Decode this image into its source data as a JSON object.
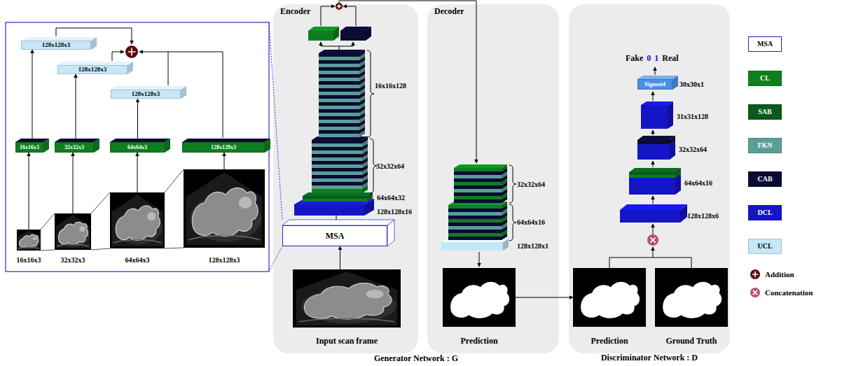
{
  "diagram": {
    "nodes": [
      {
        "text": [
          "128x128x3"
        ]
      },
      {
        "text": [
          "128x128x3"
        ]
      },
      {
        "text": [
          "128x128x3"
        ]
      },
      {
        "text": [
          "16x16x3"
        ]
      },
      {
        "text": [
          "32x32x3"
        ]
      },
      {
        "text": [
          "64x64x3"
        ]
      },
      {
        "text": [
          "128x128x3"
        ]
      },
      {
        "text": [
          "16x16x3"
        ]
      },
      {
        "text": [
          "32x32x3"
        ]
      },
      {
        "text": [
          "64x64x3"
        ]
      },
      {
        "text": [
          "128x128x3"
        ]
      },
      {
        "text": [
          "Encoder"
        ]
      },
      {
        "text": [
          "MSA"
        ],
        "in": 11
      },
      {
        "text": [
          "Input scan frame"
        ],
        "in": 11
      },
      {
        "text": [
          "Decoder"
        ]
      },
      {
        "text": [
          "Prediction"
        ],
        "in": 14
      },
      {
        "text": [
          "Discriminator Network : D"
        ]
      },
      {
        "text": [
          "Sigmoid"
        ],
        "in": 16
      },
      {
        "text": [
          "Prediction"
        ],
        "in": 16
      },
      {
        "text": [
          "Ground Truth"
        ],
        "in": 16
      }
    ],
    "edges": [
      {
        "from": 7,
        "to": 3,
        "arrow": "to"
      },
      {
        "from": 8,
        "to": 4,
        "arrow": "to"
      },
      {
        "from": 9,
        "to": 5,
        "arrow": "to"
      },
      {
        "from": 10,
        "to": 6,
        "arrow": "to"
      },
      {
        "from": 3,
        "to": 0,
        "arrow": "to"
      },
      {
        "from": 4,
        "to": 1,
        "arrow": "to"
      },
      {
        "from": 5,
        "to": 2,
        "arrow": "to"
      },
      {
        "from": 13,
        "to": 12,
        "arrow": "to"
      },
      {
        "from": 15,
        "to": 18,
        "arrow": "to"
      }
    ],
    "labels": [
      "16x16x128",
      "32x32x64",
      "64x64x32",
      "128x128x16",
      "32x32x64",
      "64x64x16",
      "128x128x1",
      "Fake",
      "0",
      "1",
      "Real",
      "30x30x1",
      "31x31x128",
      "32x32x64",
      "64x64x16",
      "128x128x6",
      "Generator Network : G"
    ],
    "legend": [
      {
        "text": "MSA",
        "color": "#ffffff"
      },
      {
        "text": "CL",
        "color": "#0e7f1f"
      },
      {
        "text": "SAB",
        "color": "#0a5a1b"
      },
      {
        "text": "FKN",
        "color": "#5b9e96"
      },
      {
        "text": "CAB",
        "color": "#0b0b33"
      },
      {
        "text": "DCL",
        "color": "#1515c8"
      },
      {
        "text": "UCL",
        "color": "#c6e7f7"
      },
      {
        "text": "Addition"
      },
      {
        "text": "Concatenation"
      }
    ]
  }
}
